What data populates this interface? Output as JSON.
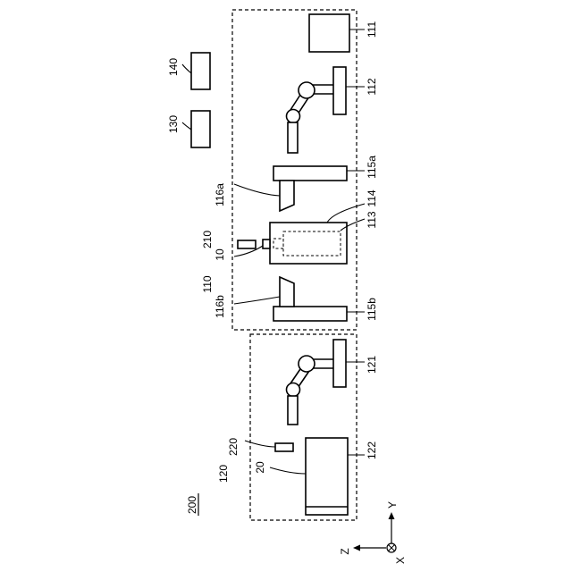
{
  "labels": {
    "l111": "111",
    "l112": "112",
    "l113": "113",
    "l114": "114",
    "l115a": "115a",
    "l115b": "115b",
    "l116a": "116a",
    "l116b": "116b",
    "l110": "110",
    "l10": "10",
    "l210": "210",
    "l140": "140",
    "l130": "130",
    "l121": "121",
    "l122": "122",
    "l220": "220",
    "l20": "20",
    "l120": "120",
    "l200": "200"
  },
  "axes": {
    "z": "Z",
    "y": "Y",
    "x": "X"
  }
}
